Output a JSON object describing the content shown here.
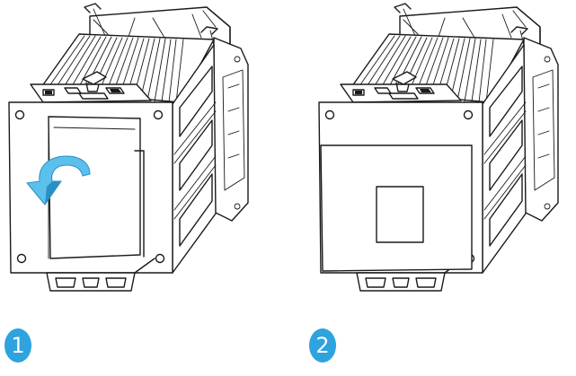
{
  "steps": [
    {
      "number": "1"
    },
    {
      "number": "2"
    }
  ],
  "colors": {
    "badge": "#2ea3de",
    "arrow_light": "#5cc0ec",
    "arrow_dark": "#2a8fc4",
    "line": "#1a1a1a"
  },
  "icons": {
    "arrow": "curved-arrow-icon",
    "badge": "step-number-badge"
  }
}
